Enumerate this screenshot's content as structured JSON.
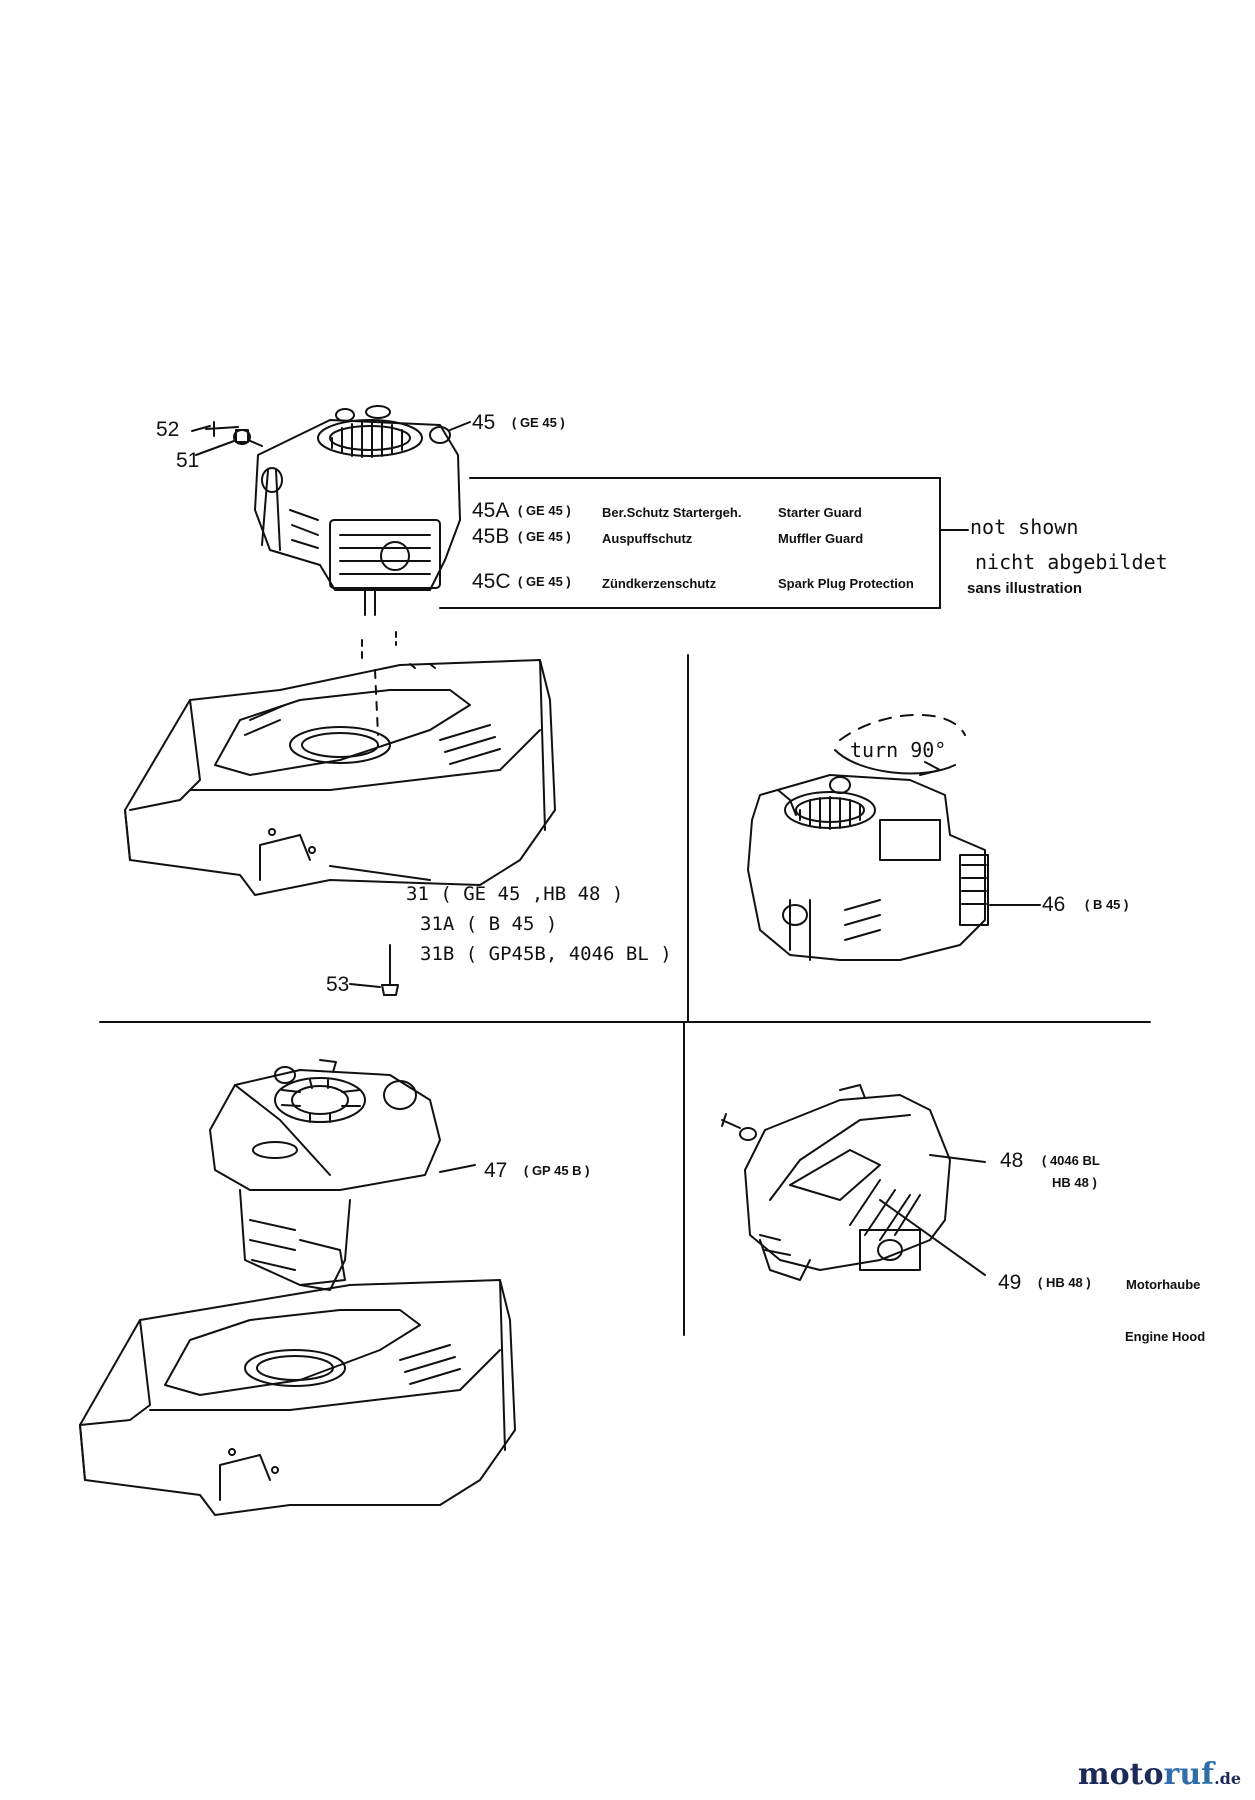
{
  "callouts": {
    "c52": "52",
    "c51": "51",
    "c45": "45",
    "c45_code": "( GE 45 )",
    "c31": "31 ( GE 45 ,HB 48 )",
    "c31a": "31A ( B 45 )",
    "c31b": "31B ( GP45B, 4046 BL )",
    "c53": "53",
    "c46": "46",
    "c46_code": "( B 45 )",
    "c47": "47",
    "c47_code": "( GP 45 B )",
    "c48": "48",
    "c48_code_1": "( 4046 BL",
    "c48_code_2": "HB 48 )",
    "c49": "49",
    "c49_code": "( HB 48 )",
    "c49_de": "Motorhaube",
    "c49_en": "Engine Hood"
  },
  "not_shown_table": {
    "rows": [
      {
        "num": "45A",
        "code": "( GE 45 )",
        "de": "Ber.Schutz Startergeh.",
        "en": "Starter Guard"
      },
      {
        "num": "45B",
        "code": "( GE 45 )",
        "de": "Auspuffschutz",
        "en": "Muffler Guard"
      },
      {
        "num": "45C",
        "code": "( GE 45 )",
        "de": "Zündkerzenschutz",
        "en": "Spark Plug Protection"
      }
    ],
    "note_en": "not shown",
    "note_de": "nicht abgebildet",
    "note_fr": "sans illustration"
  },
  "rotation_note": "turn 90°",
  "watermark": {
    "part1": "moto",
    "part2": "ruf",
    "tld": ".de"
  }
}
